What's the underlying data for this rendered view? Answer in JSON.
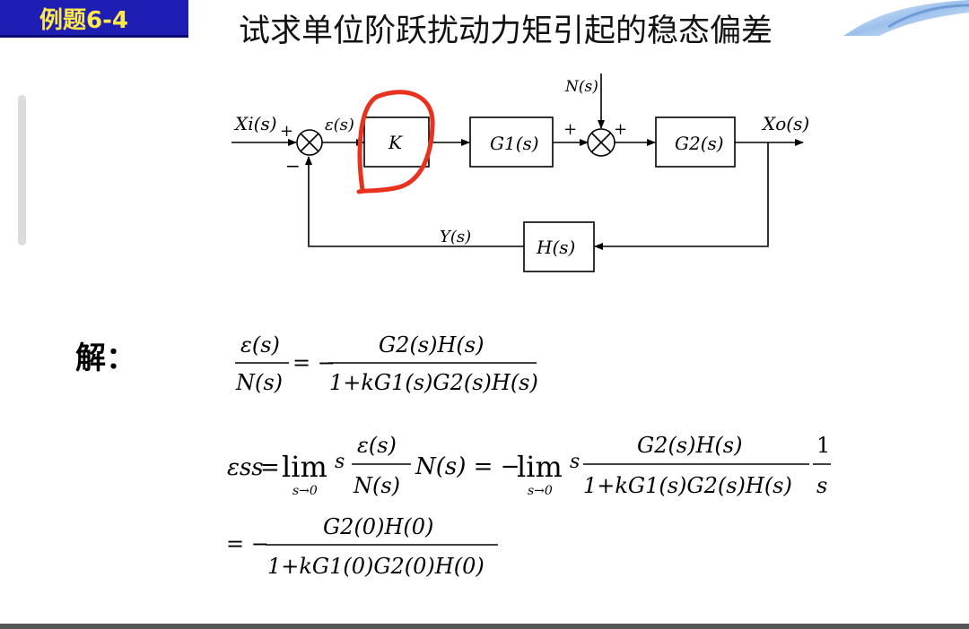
{
  "badge": {
    "label": "例题6-4",
    "color": "#1e1eb4",
    "text_color": "#ffe84a"
  },
  "title": "试求单位阶跃扰动力矩引起的稳态偏差",
  "diagram": {
    "input_label": "Xi(s)",
    "plus1": "+",
    "minus1": "−",
    "error_label": "ε(s)",
    "disturbance_label": "N(s)",
    "plus2": "+",
    "plus3": "+",
    "output_label": "Xo(s)",
    "feedback_label": "Y(s)",
    "blocks": {
      "k": "K",
      "g1": "G1(s)",
      "g2": "G2(s)",
      "h": "H(s)"
    },
    "highlight_color": "#e8321e"
  },
  "solution": {
    "label": "解：",
    "eq1": {
      "num": "ε(s)",
      "den": "N(s)",
      "eq": "= −",
      "num2": "G2(s)H(s)",
      "den2": "1+kG1(s)G2(s)H(s)"
    },
    "eq2": {
      "lhs": "εss",
      "lim": "lim",
      "sub": "s→0",
      "s": "s",
      "frac_num": "ε(s)",
      "frac_den": "N(s)",
      "n": "N(s) = −",
      "num2": "G2(s)H(s)",
      "den2": "1+kG1(s)G2(s)H(s)",
      "one": "1",
      "sden": "s"
    },
    "eq3": {
      "eq": "= −",
      "num": "G2(0)H(0)",
      "den": "1+kG1(0)G2(0)H(0)"
    }
  }
}
